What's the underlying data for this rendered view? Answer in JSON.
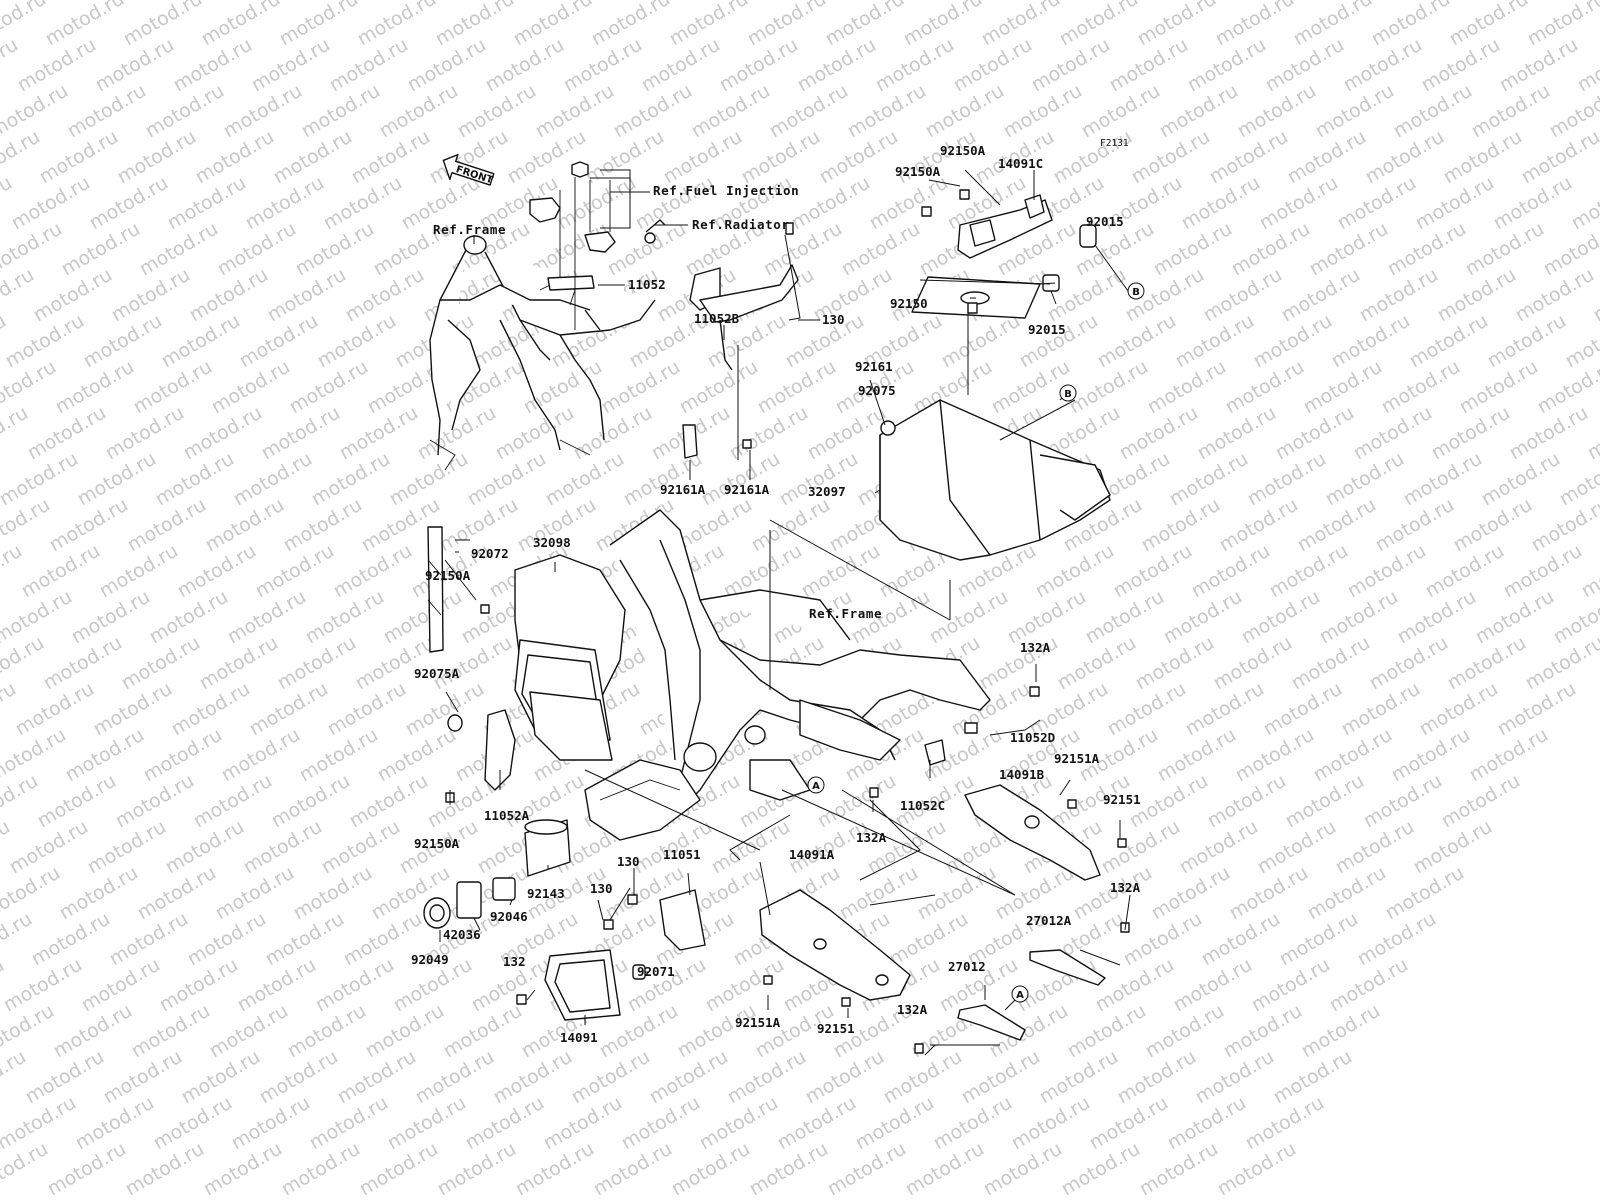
{
  "watermark": "motod.ru",
  "figure_code": "F2131",
  "front_arrow": "FRONT",
  "refs": {
    "ref_fuel_injection": "Ref.Fuel Injection",
    "ref_radiator": "Ref.Radiator",
    "ref_frame_top": "Ref.Frame",
    "ref_frame_mid": "Ref.Frame"
  },
  "callouts": {
    "a": "A",
    "b": "B"
  },
  "parts": [
    "11052",
    "11052B",
    "130",
    "92161A",
    "92161A",
    "92150A",
    "92150A",
    "14091C",
    "92015",
    "92015",
    "92150",
    "92161",
    "92075",
    "32097",
    "92072",
    "32098",
    "92150A",
    "92075A",
    "11052A",
    "92150A",
    "132A",
    "11052D",
    "92151A",
    "14091B",
    "92151",
    "11052C",
    "132A",
    "92143",
    "92046",
    "42036",
    "92049",
    "130",
    "11051",
    "130",
    "14091A",
    "92071",
    "132",
    "14091",
    "92151A",
    "92151",
    "132A",
    "27012A",
    "27012",
    "132A"
  ]
}
